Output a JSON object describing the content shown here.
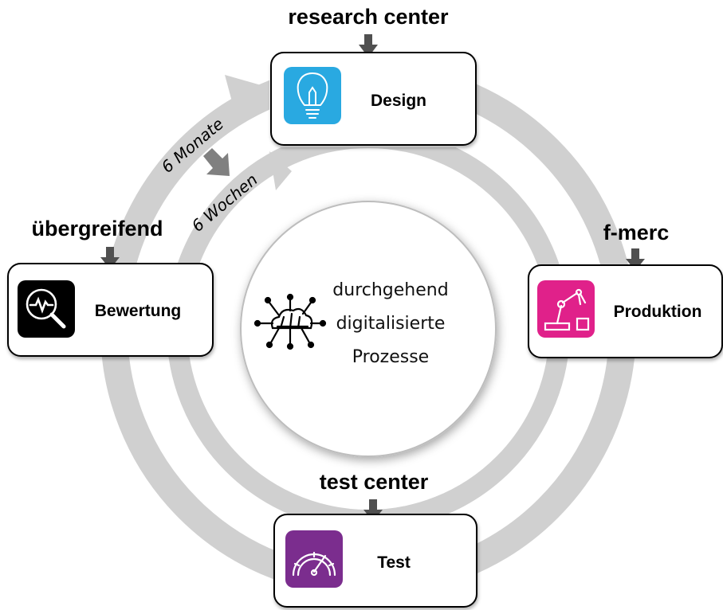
{
  "center": {
    "lines": [
      "durchgehend",
      "digitalisierte",
      "Prozesse"
    ],
    "icon": "cloud-network-icon"
  },
  "cycles": {
    "outer": "6 Monate",
    "inner": "6 Wochen"
  },
  "stages": {
    "design": {
      "location": "research center",
      "title": "Design",
      "icon": "lightbulb-icon",
      "color": "#29A9E1"
    },
    "produktion": {
      "location": "f-merc",
      "title": "Produktion",
      "icon": "robot-arm-icon",
      "color": "#E0218A"
    },
    "test": {
      "location": "test center",
      "title": "Test",
      "icon": "speedometer-icon",
      "color": "#7B2D8E"
    },
    "bewertung": {
      "location": "übergreifend",
      "title": "Bewertung",
      "icon": "analysis-magnifier-icon",
      "color": "#000000"
    }
  },
  "colors": {
    "ring": "#D0D0D0",
    "pointer_arrow": "#505050",
    "box_border": "#000000"
  }
}
